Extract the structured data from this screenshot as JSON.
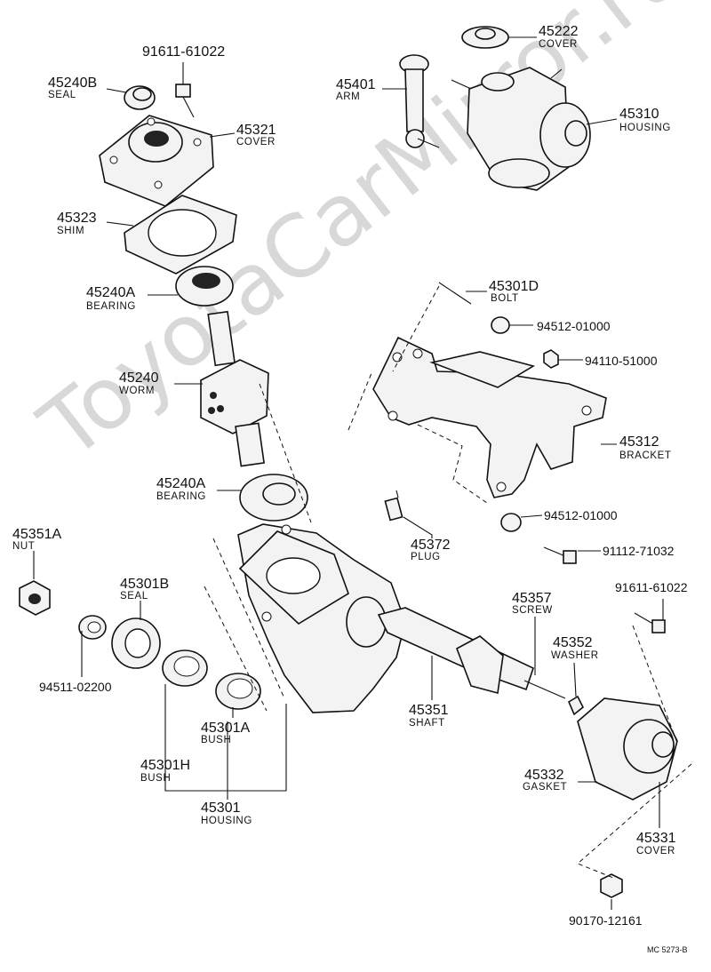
{
  "watermark": "ToyotaCarMirror.ru",
  "diagram_code": "MC 5273-B",
  "labels": {
    "p45222": {
      "number": "45222",
      "name": "COVER"
    },
    "p91611_top": {
      "number": "91611-61022"
    },
    "p45240B": {
      "number": "45240B",
      "name": "SEAL"
    },
    "p45401": {
      "number": "45401",
      "name": "ARM"
    },
    "p45310": {
      "number": "45310",
      "name": "HOUSING"
    },
    "p45321": {
      "number": "45321",
      "name": "COVER"
    },
    "p45323": {
      "number": "45323",
      "name": "SHIM"
    },
    "p45240A_top": {
      "number": "45240A",
      "name": "BEARING"
    },
    "p45301D": {
      "number": "45301D",
      "name": "BOLT"
    },
    "p94512_top": {
      "number": "94512-01000"
    },
    "p94110": {
      "number": "94110-51000"
    },
    "p45240": {
      "number": "45240",
      "name": "WORM"
    },
    "p45312": {
      "number": "45312",
      "name": "BRACKET"
    },
    "p45240A_bot": {
      "number": "45240A",
      "name": "BEARING"
    },
    "p94512_bot": {
      "number": "94512-01000"
    },
    "p45351A": {
      "number": "45351A",
      "name": "NUT"
    },
    "p45372": {
      "number": "45372",
      "name": "PLUG"
    },
    "p91112": {
      "number": "91112-71032"
    },
    "p45301B": {
      "number": "45301B",
      "name": "SEAL"
    },
    "p91611_bot": {
      "number": "91611-61022"
    },
    "p45357": {
      "number": "45357",
      "name": "SCREW"
    },
    "p45352": {
      "number": "45352",
      "name": "WASHER"
    },
    "p94511": {
      "number": "94511-02200"
    },
    "p45351": {
      "number": "45351",
      "name": "SHAFT"
    },
    "p45301A": {
      "number": "45301A",
      "name": "BUSH"
    },
    "p45301H": {
      "number": "45301H",
      "name": "BUSH"
    },
    "p45332": {
      "number": "45332",
      "name": "GASKET"
    },
    "p45331": {
      "number": "45331",
      "name": "COVER"
    },
    "p45301": {
      "number": "45301",
      "name": "HOUSING"
    },
    "p90170": {
      "number": "90170-12161"
    }
  }
}
